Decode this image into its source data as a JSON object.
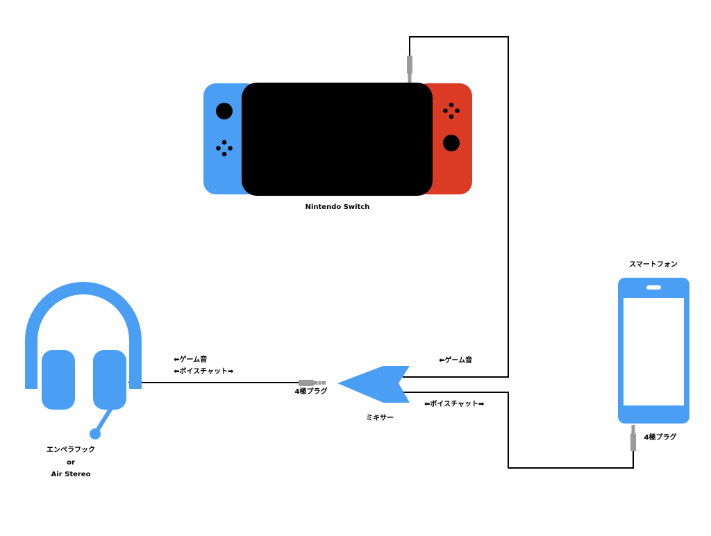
{
  "labels": {
    "switch": "Nintendo Switch",
    "smartphone": "スマートフォン",
    "headset_line1": "エンペラフック",
    "headset_line2": "or",
    "headset_line3": "Air Stereo",
    "mixer": "ミキサー",
    "plug_left": "4極プラグ",
    "plug_phone": "4極プラグ",
    "left_game_audio": "⬅ゲーム音",
    "left_voice_chat": "⬅ボイスチャット➡",
    "right_game_audio": "⬅ゲーム音",
    "right_voice_chat": "⬅ボイスチャット➡"
  },
  "colors": {
    "joycon_left": "#4a9ff5",
    "joycon_right": "#db3a25",
    "screen": "#000000",
    "device_blue": "#4a9ff5",
    "plug_gray": "#9a9a9a",
    "wire": "#000000"
  },
  "icons": {
    "switch": "game-console-icon",
    "headset": "headset-icon",
    "smartphone": "smartphone-icon",
    "mixer": "mixer-arrow-icon"
  }
}
